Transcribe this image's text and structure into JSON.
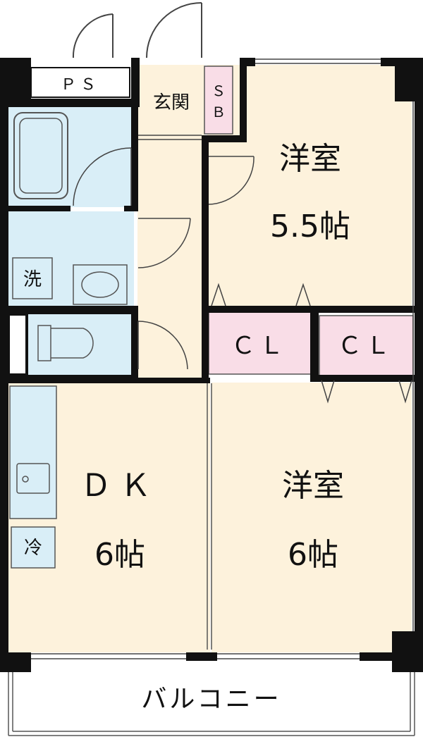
{
  "rooms": {
    "ps": "ＰＳ",
    "entrance": "玄関",
    "shoe_box": "ＳＢ",
    "bedroom_top_name": "洋室",
    "bedroom_top_size": "5.5帖",
    "closet_left": "ＣＬ",
    "closet_right": "ＣＬ",
    "washer": "洗",
    "fridge": "冷",
    "dk_name": "ＤＫ",
    "dk_size": "6帖",
    "bedroom_bottom_name": "洋室",
    "bedroom_bottom_size": "6帖",
    "balcony": "バルコニー"
  },
  "colors": {
    "wall": "#111111",
    "room_floor": "#fdf2dc",
    "wet_area": "#d9eef7",
    "closet": "#f9dde7",
    "entrance": "#fdf2dc",
    "line": "#555555"
  }
}
